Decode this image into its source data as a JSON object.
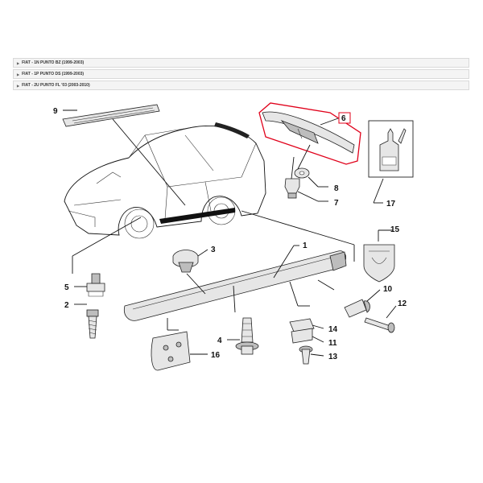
{
  "applicability": [
    {
      "label": "FIAT - 1N PUNTO BZ (1999-2003)"
    },
    {
      "label": "FIAT - 1P PUNTO DS (1999-2003)"
    },
    {
      "label": "FIAT - 2U PUNTO FL '03 (2003-2010)"
    }
  ],
  "highlight_color": "#e0001a",
  "callouts": {
    "c1": "1",
    "c2": "2",
    "c3": "3",
    "c4": "4",
    "c5": "5",
    "c6": "6",
    "c7": "7",
    "c8": "8",
    "c9": "9",
    "c10": "10",
    "c11": "11",
    "c12": "12",
    "c13": "13",
    "c14": "14",
    "c15": "15",
    "c16": "16",
    "c17": "17"
  }
}
